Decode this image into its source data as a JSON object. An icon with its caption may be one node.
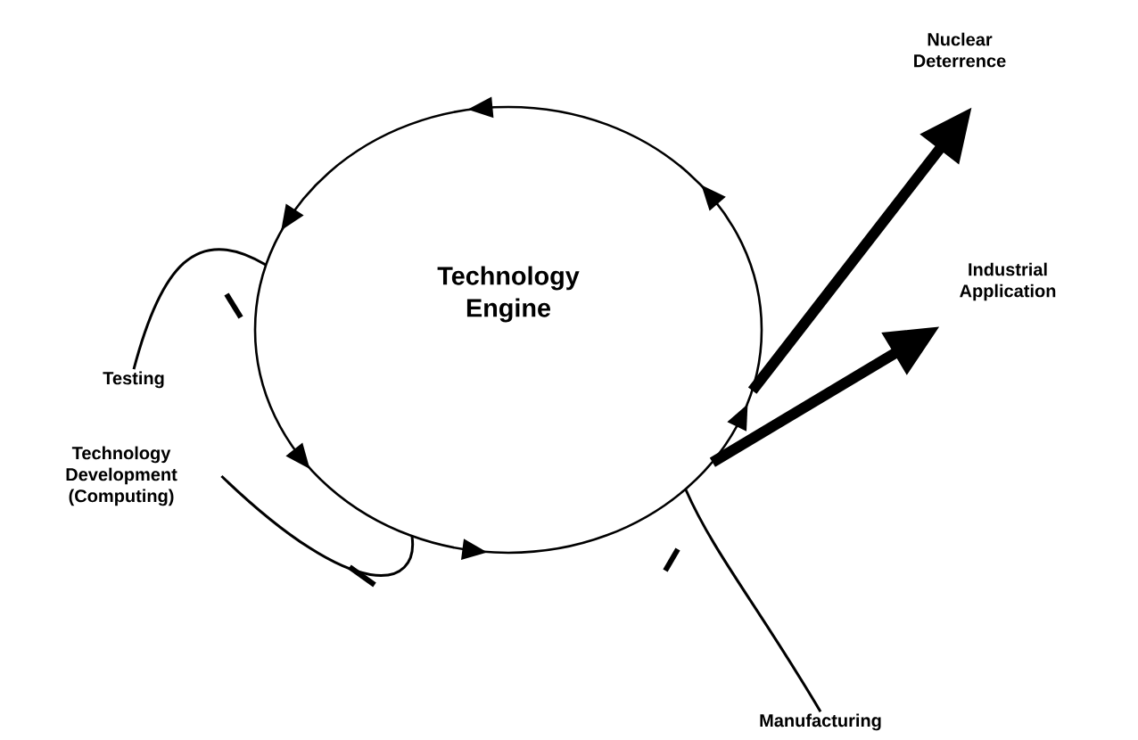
{
  "diagram": {
    "nodes": [
      {
        "text": [
          "Technology Engine"
        ]
      },
      {
        "text": [
          "Nuclear Deterrence"
        ]
      },
      {
        "text": [
          "Industrial Application"
        ]
      },
      {
        "text": [
          "Testing"
        ]
      },
      {
        "text": [
          "Technology Development (Computing)"
        ]
      },
      {
        "text": [
          "Manufacturing"
        ]
      }
    ],
    "edges": [
      {
        "from": 0,
        "to": 1,
        "arrow": "to",
        "style": "thick"
      },
      {
        "from": 0,
        "to": 2,
        "arrow": "to",
        "style": "thick"
      },
      {
        "from": 3,
        "to": 0,
        "arrow": "none"
      },
      {
        "from": 4,
        "to": 0,
        "arrow": "none"
      },
      {
        "from": 5,
        "to": 0,
        "arrow": "none"
      }
    ]
  }
}
